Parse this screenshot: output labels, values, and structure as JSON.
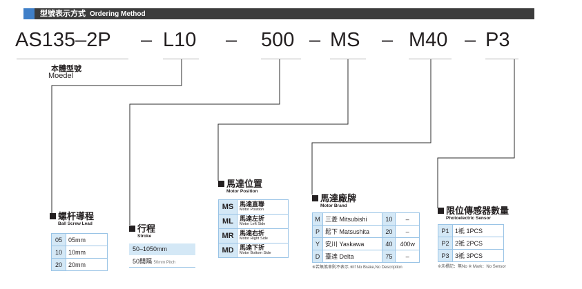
{
  "header": {
    "title_cn": "型號表示方式",
    "title_en": "Ordering Method"
  },
  "code": {
    "model": "AS135–2P",
    "dash1": "–",
    "lead": "L10",
    "dash2": "–",
    "stroke": "500",
    "dash3": "–",
    "motor_pos": "MS",
    "dash4": "–",
    "motor_brand": "M40",
    "dash5": "–",
    "sensor": "P3"
  },
  "model_label": {
    "cn": "本體型號",
    "en": "Moedel"
  },
  "ball_screw": {
    "title": "螺杆導程",
    "subtitle": "Ball Screw Lead",
    "rows": [
      [
        "05",
        "05mm"
      ],
      [
        "10",
        "10mm"
      ],
      [
        "20",
        "20mm"
      ]
    ]
  },
  "stroke": {
    "title": "行程",
    "subtitle": "Stroke",
    "range": "50–1050mm",
    "pitch": "50間隔",
    "pitch_en": "50mm Pitch"
  },
  "motor_position": {
    "title": "馬達位置",
    "subtitle": "Motor Position",
    "rows": [
      {
        "code": "MS",
        "cn": "馬達直聯",
        "en": "Motor Position"
      },
      {
        "code": "ML",
        "cn": "馬達左折",
        "en": "Motor Left Side"
      },
      {
        "code": "MR",
        "cn": "馬達右折",
        "en": "Motor Right Side"
      },
      {
        "code": "MD",
        "cn": "馬達下折",
        "en": "Motor Bottom Side"
      }
    ]
  },
  "motor_brand": {
    "title": "馬達廠牌",
    "subtitle": "Motor Brand",
    "rows": [
      [
        "M",
        "三菱 Mitsubishi",
        "10",
        "–"
      ],
      [
        "P",
        "鬆下 Matsushita",
        "20",
        "–"
      ],
      [
        "Y",
        "安川 Yaskawa",
        "40",
        "400w"
      ],
      [
        "D",
        "臺達 Delta",
        "75",
        "–"
      ]
    ],
    "note": "※若無煞車則不表示.※If No Brake,No Description"
  },
  "sensor": {
    "title": "限位傳感器數量",
    "subtitle": "Photoelectric Sensor",
    "rows": [
      [
        "P1",
        "1袛 1PCS"
      ],
      [
        "P2",
        "2袛 2PCS"
      ],
      [
        "P3",
        "3袛 3PCS"
      ]
    ],
    "note": "※未標記：無No ※ Mark：No Sensor"
  }
}
